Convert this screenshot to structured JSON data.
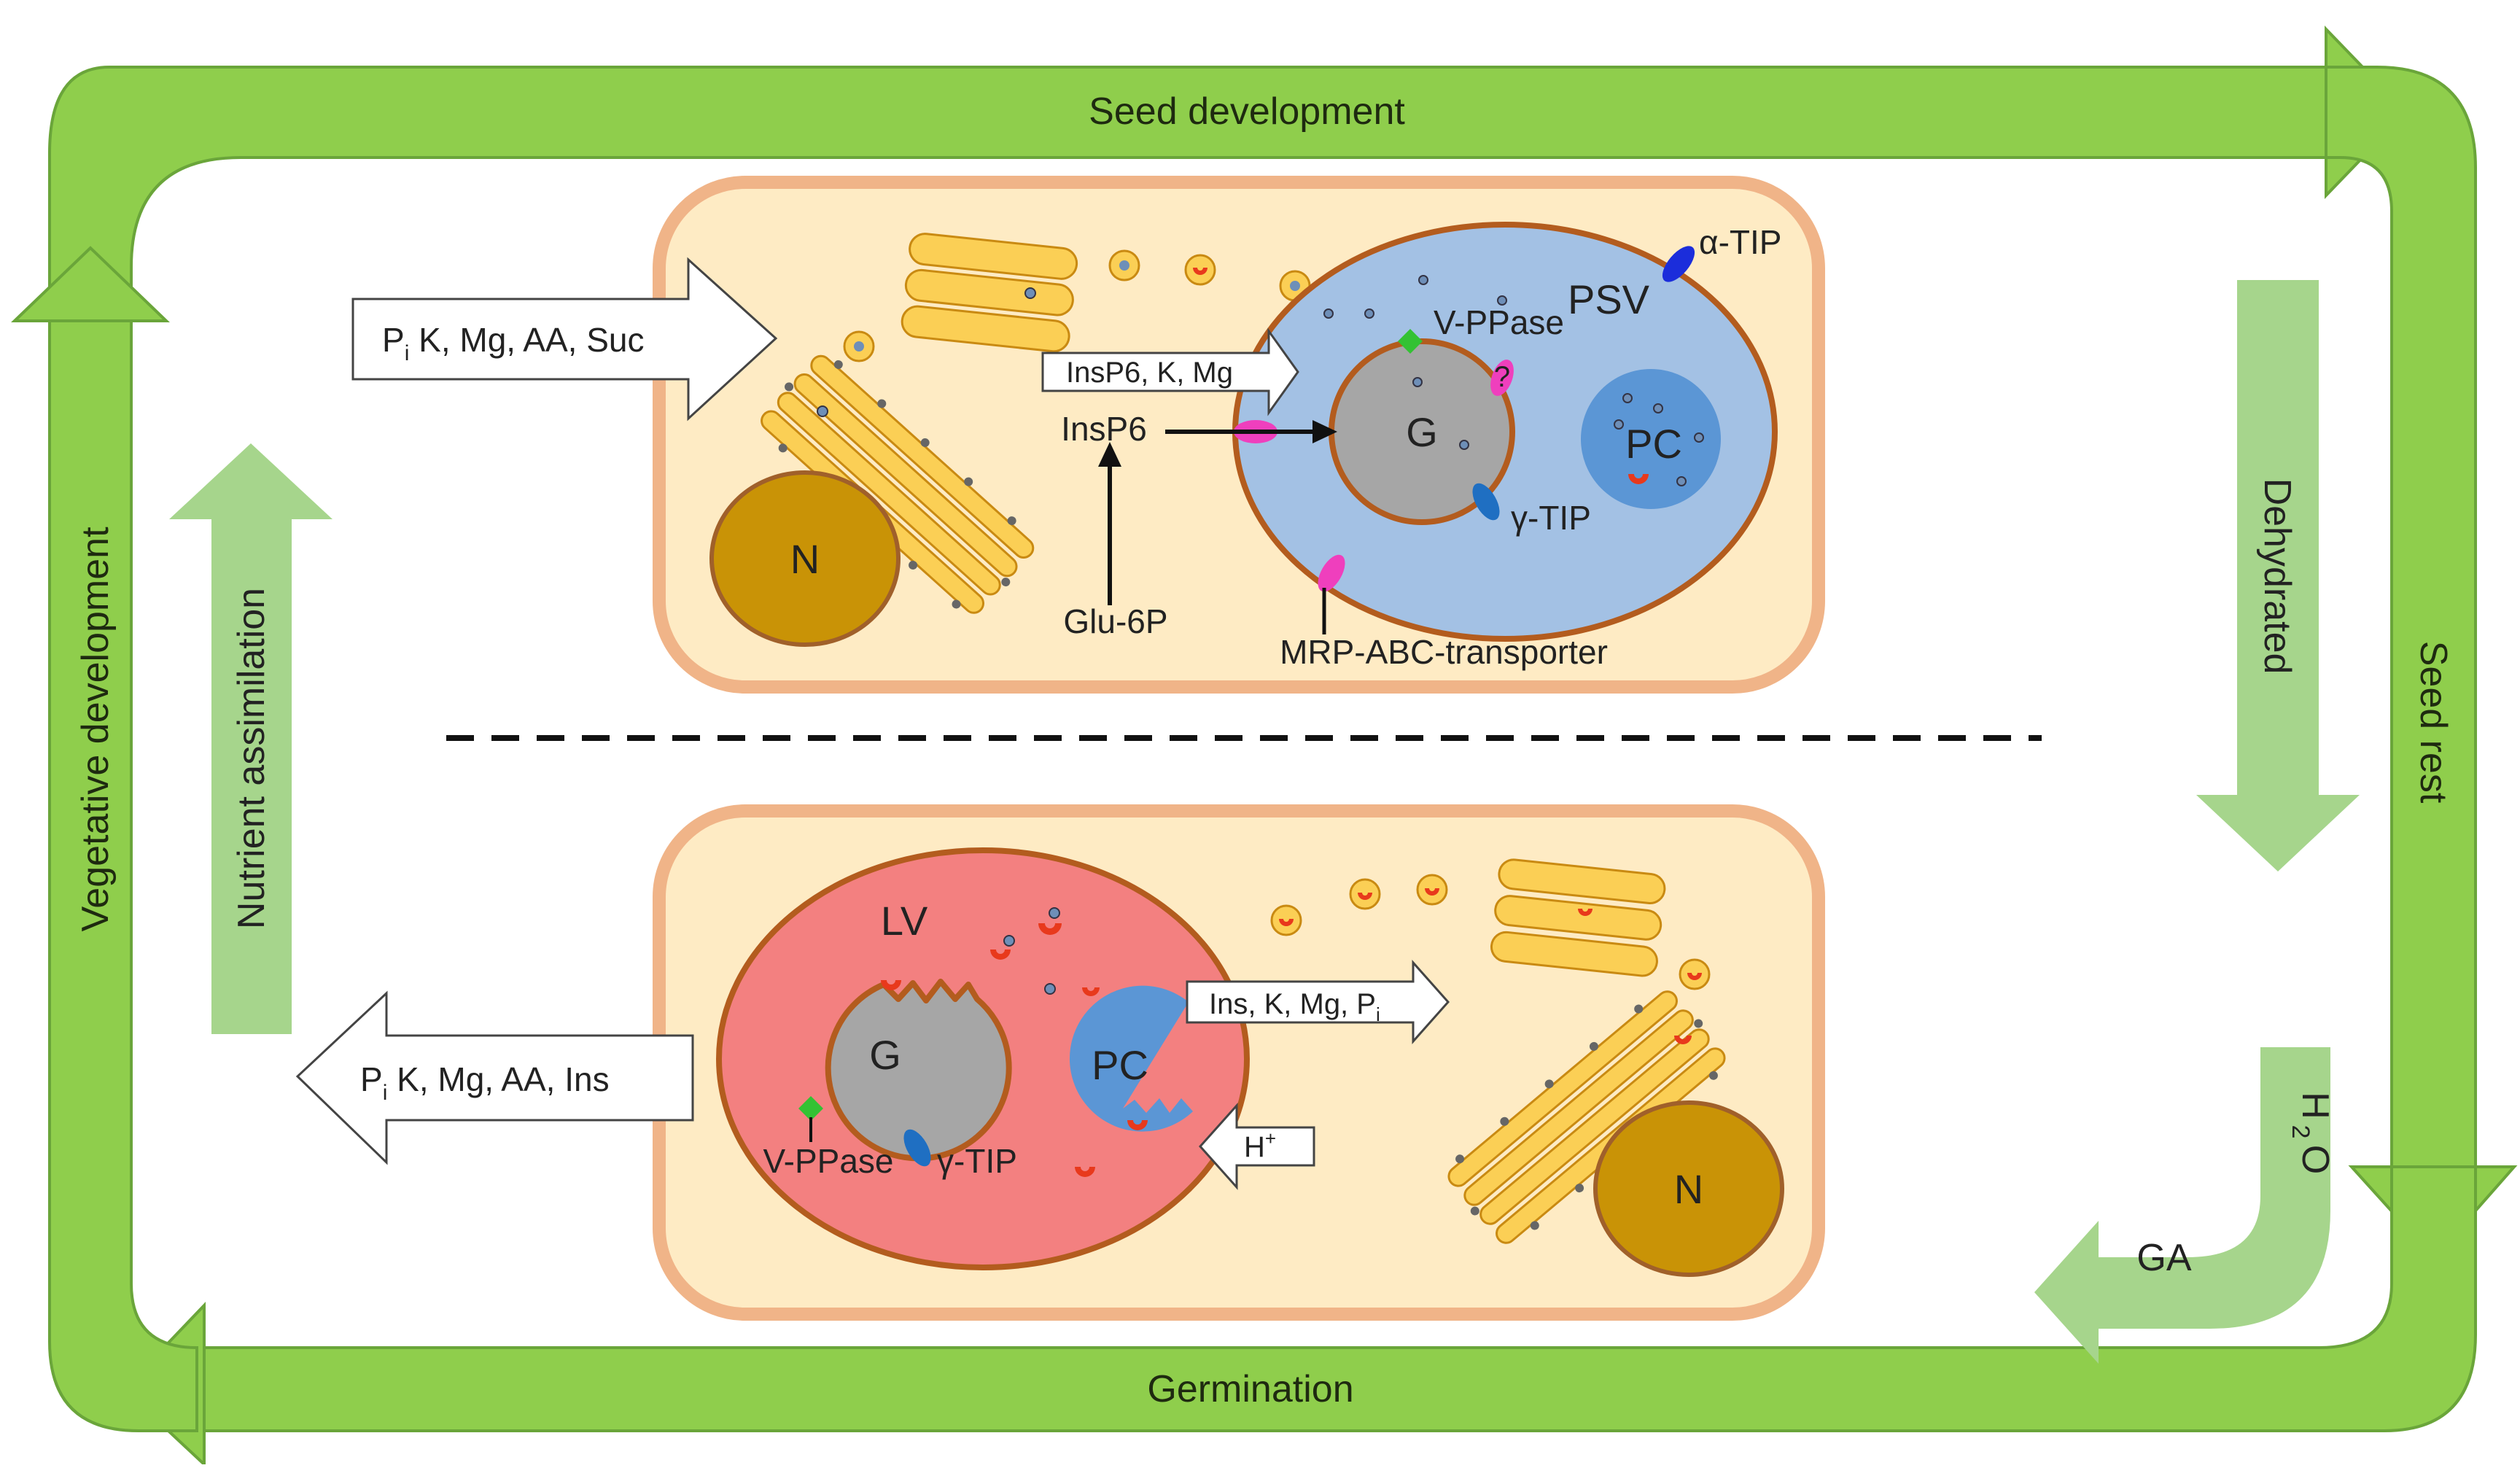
{
  "colors": {
    "cycle_green": "#8fce4c",
    "cycle_green_dark": "#6aa53a",
    "pale_green": "#a6d58c",
    "cell_fill": "#feebc4",
    "cell_border": "#f0b488",
    "psv_fill": "#a3c1e4",
    "lv_fill": "#f38080",
    "vacuole_border": "#b35c1e",
    "globoid_fill": "#a6a6a6",
    "pc_fill": "#5b96d5",
    "nucleus_fill": "#c99306",
    "nucleus_border": "#a0602a",
    "er_fill": "#fbcf55",
    "er_border": "#c98a12",
    "v_ppase": "#33c233",
    "mrp": "#ef3fbd",
    "tip_alpha": "#1b2ddb",
    "tip_gamma": "#1f6fc2",
    "particle_red": "#e8391c"
  },
  "cycle": {
    "top": "Seed development",
    "right": "Seed rest",
    "bottom": "Germination",
    "left": "Vegetative development"
  },
  "side": {
    "dehydrated": "Dehydrated",
    "nutrient_assimilation": "Nutrient assimilation",
    "ga": "GA",
    "water_h": "H",
    "water_sub": "2",
    "water_o": "O"
  },
  "top_cell": {
    "input_p": "P",
    "input_sub": "i",
    "input_rest": " K, Mg, AA, Suc",
    "vacuole_in": "InsP6, K, Mg",
    "insp6": "InsP6",
    "glu6p": "Glu-6P",
    "v_ppase": "V-PPase",
    "psv": "PSV",
    "alpha_tip": "α-TIP",
    "globoid": "G",
    "unknown": "?",
    "protein_crystal": "PC",
    "gamma_tip": "γ-TIP",
    "mrp": "MRP-ABC-transporter",
    "nucleus": "N"
  },
  "bottom_cell": {
    "lv": "LV",
    "globoid": "G",
    "protein_crystal": "PC",
    "v_ppase": "V-PPase",
    "gamma_tip": "γ-TIP",
    "out_label": "Ins, K, Mg, P",
    "out_sub": "i",
    "h_plus": "H",
    "h_sup": "+",
    "export_p": "P",
    "export_sub": "i",
    "export_rest": " K, Mg, AA, Ins",
    "nucleus": "N"
  }
}
